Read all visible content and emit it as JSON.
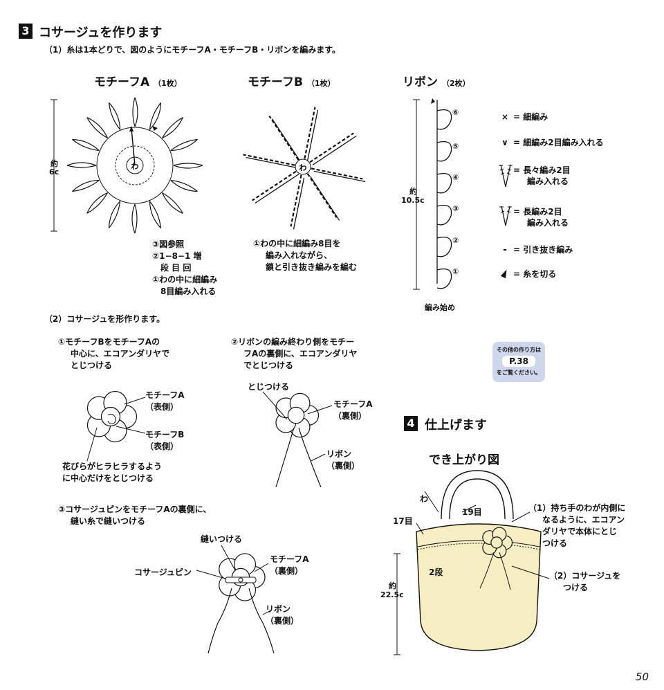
{
  "section3": {
    "number": "3",
    "title": "コサージュを作ります",
    "step1": "（1）糸は1本どりで、図のようにモチーフA・モチーフB・リボンを編みます。",
    "motifA": {
      "title": "モチーフA",
      "count": "（1枚）",
      "size_label_1": "約",
      "size_label_2": "6c",
      "center": "わ",
      "notes": [
        "③図参照",
        "②1−8−1 増",
        "段 目 回",
        "①わの中に細編み",
        "8目編み入れる"
      ]
    },
    "motifB": {
      "title": "モチーフB",
      "count": "（1枚）",
      "center": "わ",
      "notes": [
        "①わの中に細編み8目を",
        "編み入れながら、",
        "鎖と引き抜き編みを編む"
      ]
    },
    "ribbon": {
      "title": "リボン",
      "count": "（2枚）",
      "size_label_1": "約",
      "size_label_2": "10.5c",
      "rows": [
        "⑥",
        "⑤",
        "④",
        "③",
        "②",
        "①"
      ],
      "start": "編み始め"
    },
    "legend": [
      {
        "icon": "x-symbol-icon",
        "symbol": "×",
        "text": "= 細編み"
      },
      {
        "icon": "v-symbol-icon",
        "symbol": "∨",
        "text": "= 細編み2目編み入れる"
      },
      {
        "icon": "double-treble-icon",
        "symbol": "",
        "text": "= 長々編み2目",
        "text2": "編み入れる"
      },
      {
        "icon": "treble-icon",
        "symbol": "",
        "text": "= 長編み2目",
        "text2": "編み入れる"
      },
      {
        "icon": "slip-stitch-icon",
        "symbol": "-",
        "text": "= 引き抜き編み"
      },
      {
        "icon": "cut-yarn-icon",
        "symbol": "",
        "text": "= 糸を切る"
      }
    ],
    "step2": "（2）コサージュを形作ります。",
    "sub1": {
      "lines": [
        "①モチーフBをモチーフAの",
        "中心に、エコアンダリヤで",
        "とじつける"
      ],
      "labelA": [
        "モチーフA",
        "（表側）"
      ],
      "labelB": [
        "モチーフB",
        "（表側）"
      ],
      "note": [
        "花びらがヒラヒラするよう",
        "に中心だけをとじつける"
      ]
    },
    "sub2": {
      "lines": [
        "②リボンの編み終わり側をモチー",
        "フAの裏側に、エコアンダリヤ",
        "でとじつける"
      ],
      "label_sew": "とじつける",
      "labelA": [
        "モチーフA",
        "（裏側）"
      ],
      "labelR": [
        "リボン",
        "（裏側）"
      ]
    },
    "sub3": {
      "lines": [
        "③コサージュピンをモチーフAの裏側に、",
        "縫い糸で縫いつける"
      ],
      "label_sew": "縫いつける",
      "label_pin": "コサージュピン",
      "labelA": [
        "モチーフA",
        "（裏側）"
      ],
      "labelR": [
        "リボン",
        "（裏側）"
      ]
    },
    "ref": {
      "line1": "その他の作り方は",
      "page": "P.38",
      "line3": "をご覧ください。"
    }
  },
  "section4": {
    "number": "4",
    "title": "仕上げます",
    "figure_title": "でき上がり図",
    "labels": {
      "wa": "わ",
      "r19": "19目",
      "r17": "17目",
      "r2": "2段",
      "size1": "約",
      "size2": "22.5c"
    },
    "note1": [
      "（1）持ち手のわが内側に",
      "なるように、エコアン",
      "ダリヤで本体にとじ",
      "つける"
    ],
    "note2": [
      "（2）コサージュを",
      "つける"
    ]
  },
  "page_number": "50",
  "colors": {
    "bag_fill": "#f6edc2",
    "ref_box": "#cdd6ea"
  }
}
